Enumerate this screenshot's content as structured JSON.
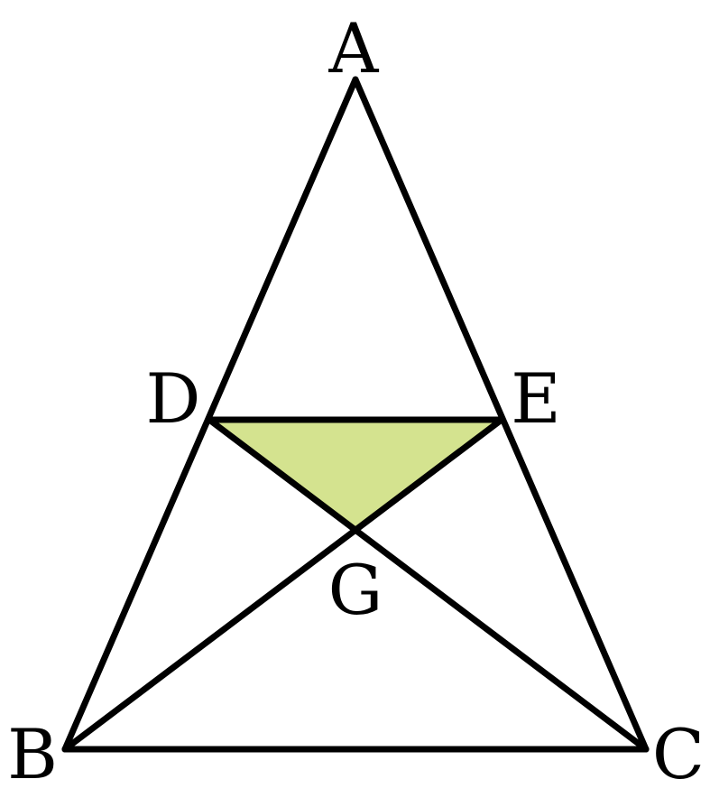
{
  "figure": {
    "shaded_region_color": "#d4e38f",
    "line_color": "#000000",
    "background_color": "#ffffff"
  },
  "vertices": {
    "A": "A",
    "B": "B",
    "C": "C",
    "D": "D",
    "E": "E",
    "G": "G"
  },
  "segments": [
    "AB",
    "AC",
    "BC",
    "DE",
    "DC",
    "EB"
  ],
  "shaded_triangle": "DEG"
}
